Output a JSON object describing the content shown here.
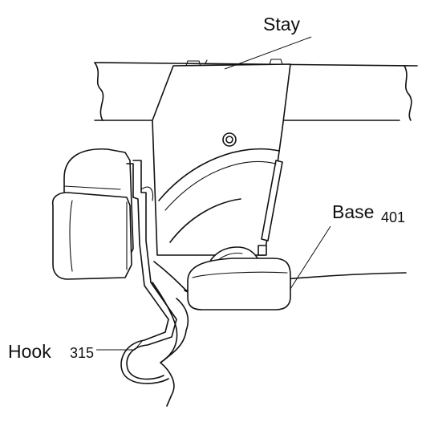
{
  "labels": {
    "stay": "Stay",
    "base": "Base",
    "base_num": "401",
    "hook": "Hook",
    "hook_num": "315"
  },
  "colors": {
    "line": "#111111",
    "background": "#ffffff"
  }
}
